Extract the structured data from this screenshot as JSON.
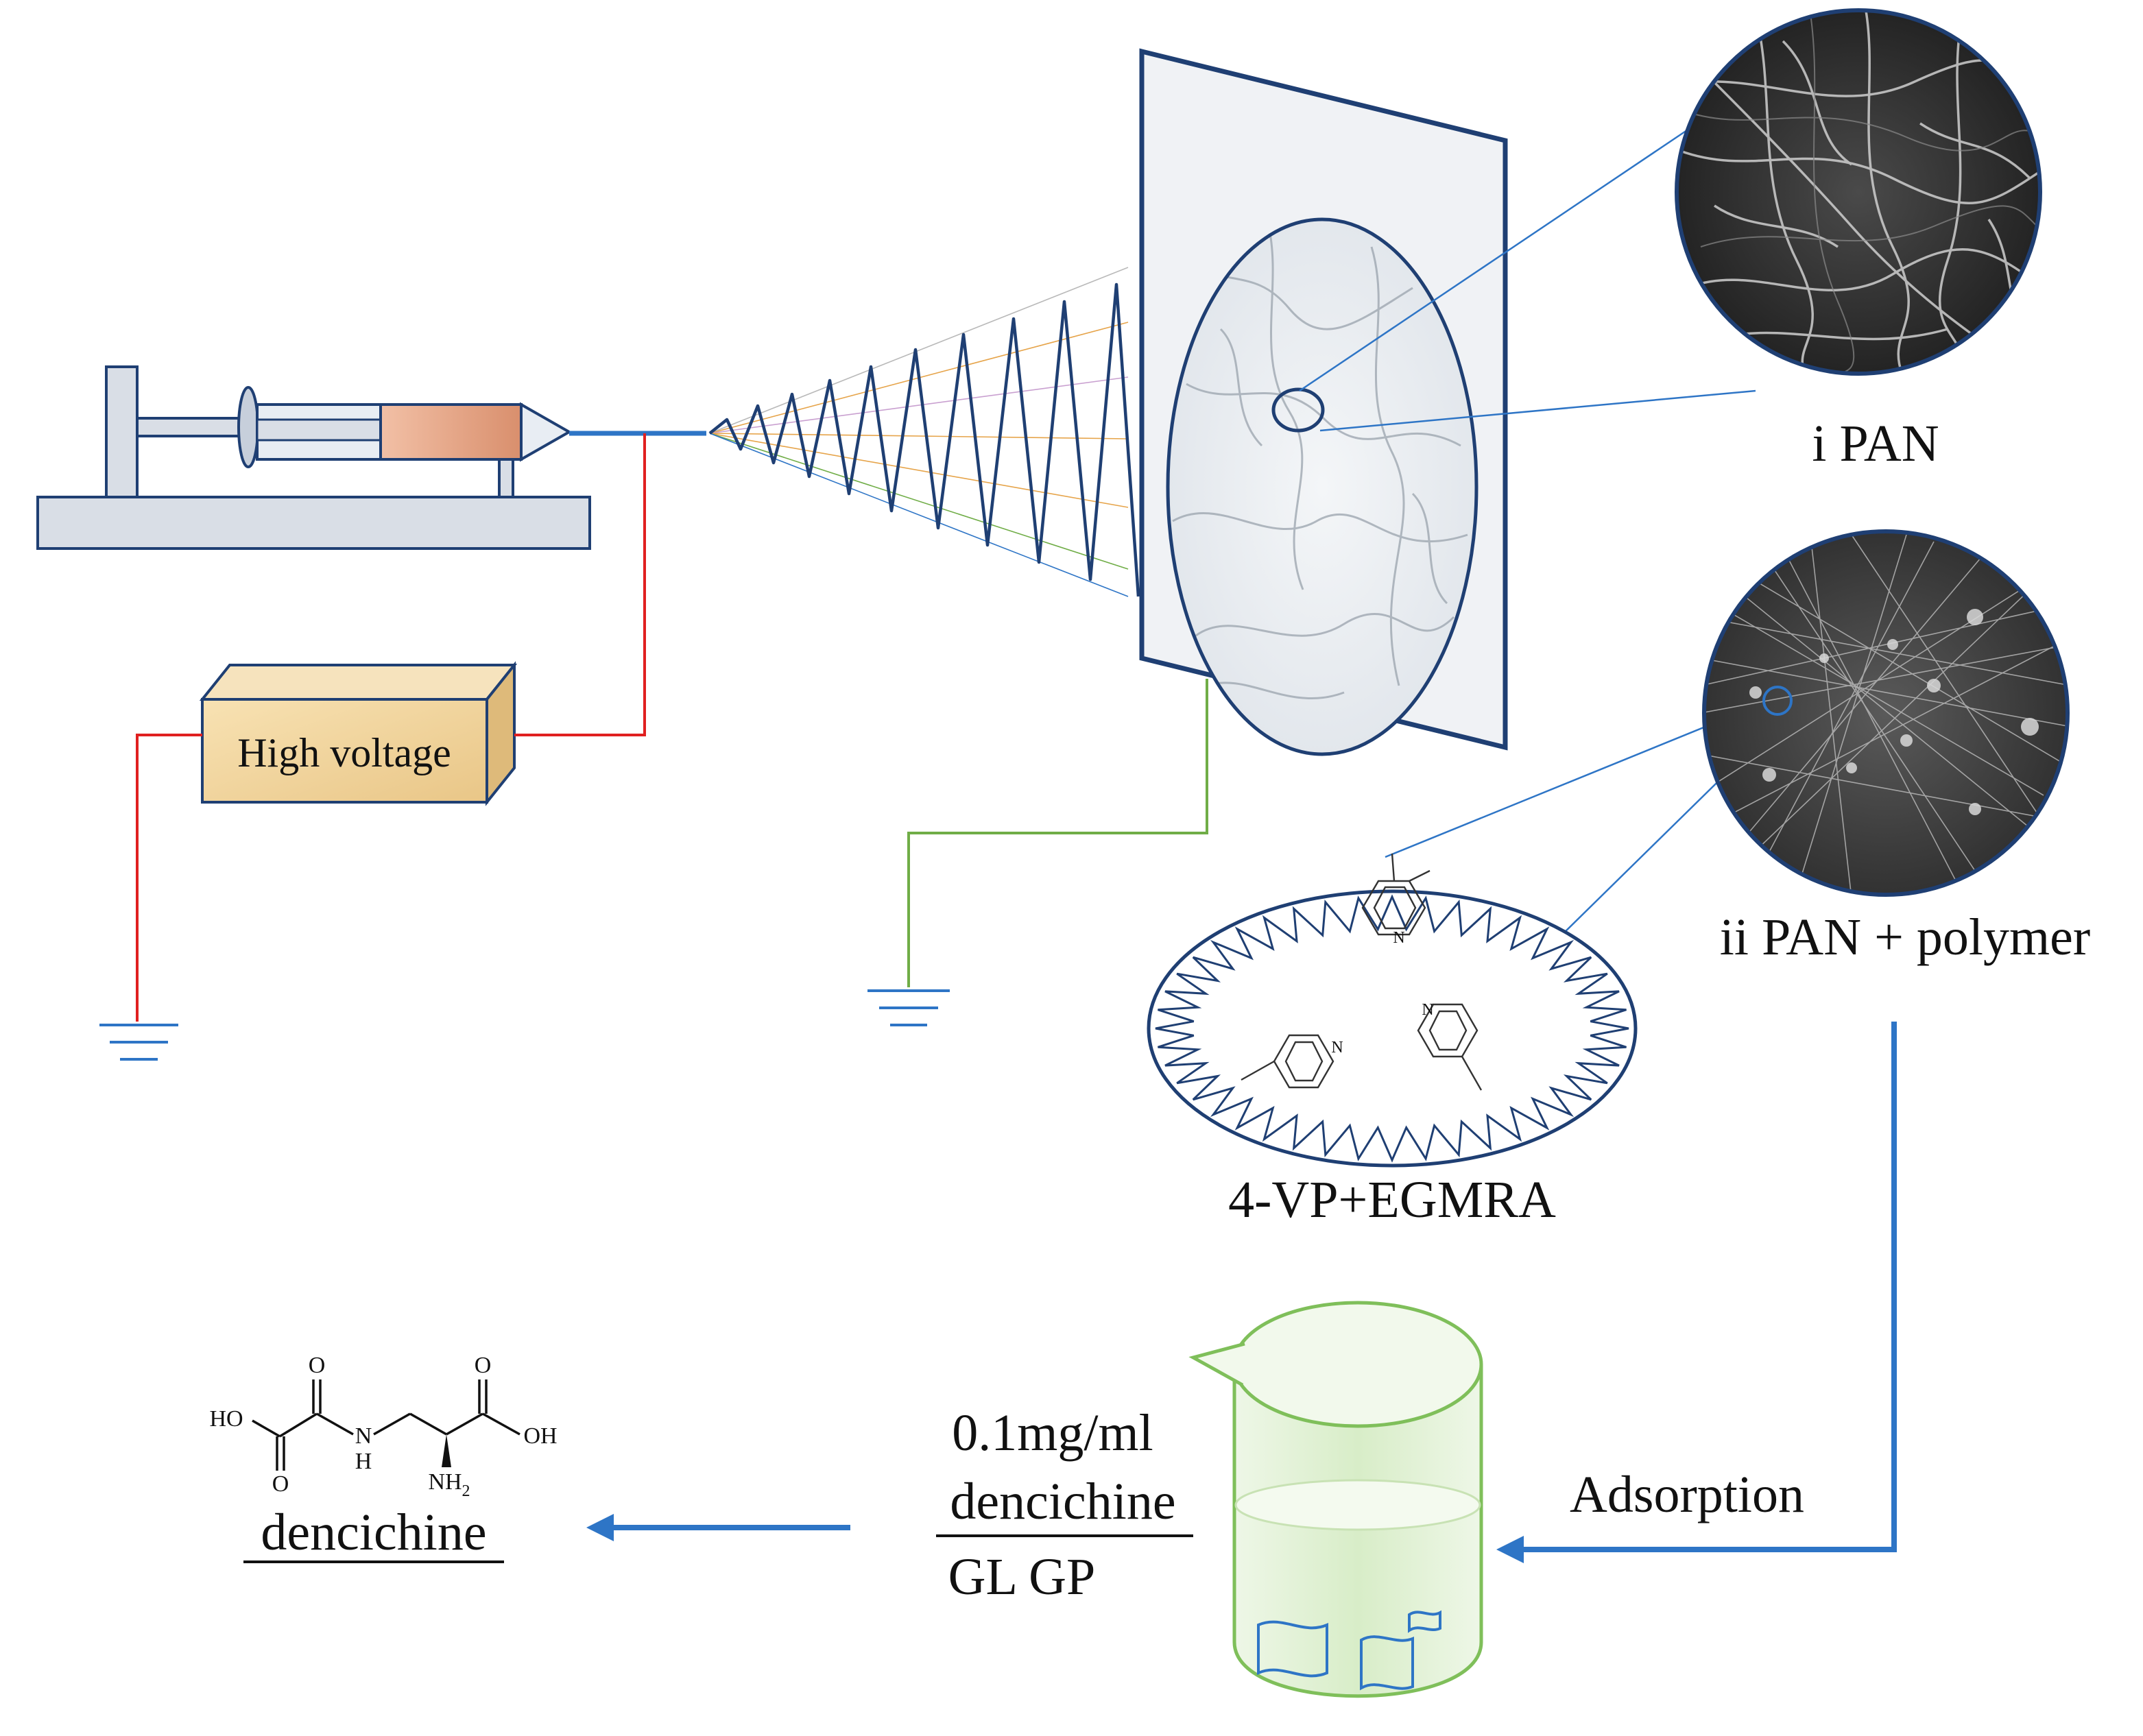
{
  "labels": {
    "high_voltage": "High voltage",
    "sample_1": "i PAN",
    "sample_2": "ii PAN + polymer",
    "monomers": "4-VP+EGMRA",
    "adsorption": "Adsorption",
    "concentration": "0.1mg/ml",
    "solution_line_1": "dencichine",
    "solution_line_2": "GL GP",
    "product": "dencichine"
  },
  "structure_labels": {
    "pyridine_n": "N",
    "ho_left": "HO",
    "o_top_left": "O",
    "o_bottom_left": "O",
    "n_amide": "N",
    "h_amide": "H",
    "o_top_right": "O",
    "oh_right": "OH",
    "nh2": "NH",
    "nh2_sub": "2"
  },
  "colors": {
    "frame_blue": "#1f3f73",
    "arrow_blue": "#2e75c6",
    "high_voltage_wire": "#e02020",
    "ground_wire": "#70ad47",
    "syringe_metal": "#d9dee6",
    "syringe_fluid": "#e8a989",
    "voltage_box": "#f3d9a4",
    "beaker_fill": "#e3f1d9",
    "beaker_stroke": "#7fbf5a"
  }
}
